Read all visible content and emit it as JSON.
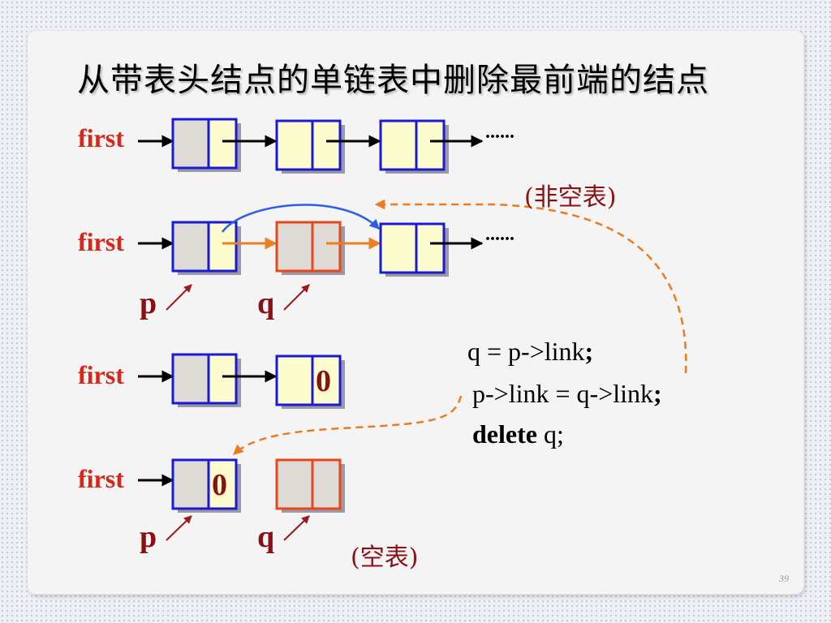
{
  "title": "从带表头结点的单链表中删除最前端的结点",
  "labels": {
    "first": "first",
    "dots": "......",
    "p": "p",
    "q": "q",
    "null_value": "0",
    "nonempty_note": "(非空表)",
    "empty_note": "(空表)"
  },
  "code": {
    "line1_text": "q = p->link",
    "line1_semicolon": ";",
    "line2_text": "p->link = q->link",
    "line2_semicolon": ";",
    "line3_keyword": "delete",
    "line3_arg": "q;"
  },
  "page_number": "39",
  "colors": {
    "title": "#000000",
    "first_label": "#d8261c",
    "pointer_label": "#8b0f14",
    "node_border_normal": "#1a1ad6",
    "node_border_deleted": "#e8461c",
    "node_data_fill": "#dedad6",
    "node_link_fill": "#fcfccf",
    "orange_arrow": "#e8821e",
    "dashed_arrow": "#ee7a1e",
    "blue_arrow": "#2e5ee6",
    "pointer_arrow": "#9a1a1e"
  }
}
